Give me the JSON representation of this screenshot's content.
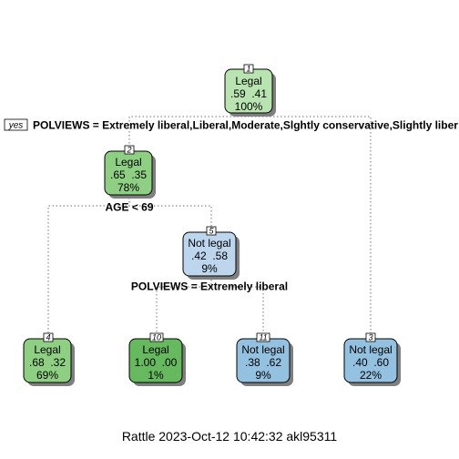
{
  "tree": {
    "yes_label": "yes",
    "splits": {
      "s1": "POLVIEWS = Extremely liberal,Liberal,Moderate,Slghtly conservative,Slightly liber",
      "s2": "AGE < 69",
      "s5": "POLVIEWS = Extremely liberal"
    },
    "nodes": {
      "n1": {
        "id": "1",
        "class": "Legal",
        "probs": ".59  .41",
        "pct": "100%",
        "color": "#b9e3b0"
      },
      "n2": {
        "id": "2",
        "class": "Legal",
        "probs": ".65  .35",
        "pct": "78%",
        "color": "#8fcf84"
      },
      "n5": {
        "id": "5",
        "class": "Not legal",
        "probs": ".42  .58",
        "pct": "9%",
        "color": "#bdd5ed"
      },
      "n4": {
        "id": "4",
        "class": "Legal",
        "probs": ".68  .32",
        "pct": "69%",
        "color": "#8fcf84"
      },
      "n10": {
        "id": "10",
        "class": "Legal",
        "probs": "1.00  .00",
        "pct": "1%",
        "color": "#66b95e"
      },
      "n11": {
        "id": "11",
        "class": "Not legal",
        "probs": ".38  .62",
        "pct": "9%",
        "color": "#93c1df"
      },
      "n3": {
        "id": "3",
        "class": "Not legal",
        "probs": ".40  .60",
        "pct": "22%",
        "color": "#93c1df"
      }
    }
  },
  "caption": "Rattle 2023-Oct-12 10:42:32 akl95311"
}
